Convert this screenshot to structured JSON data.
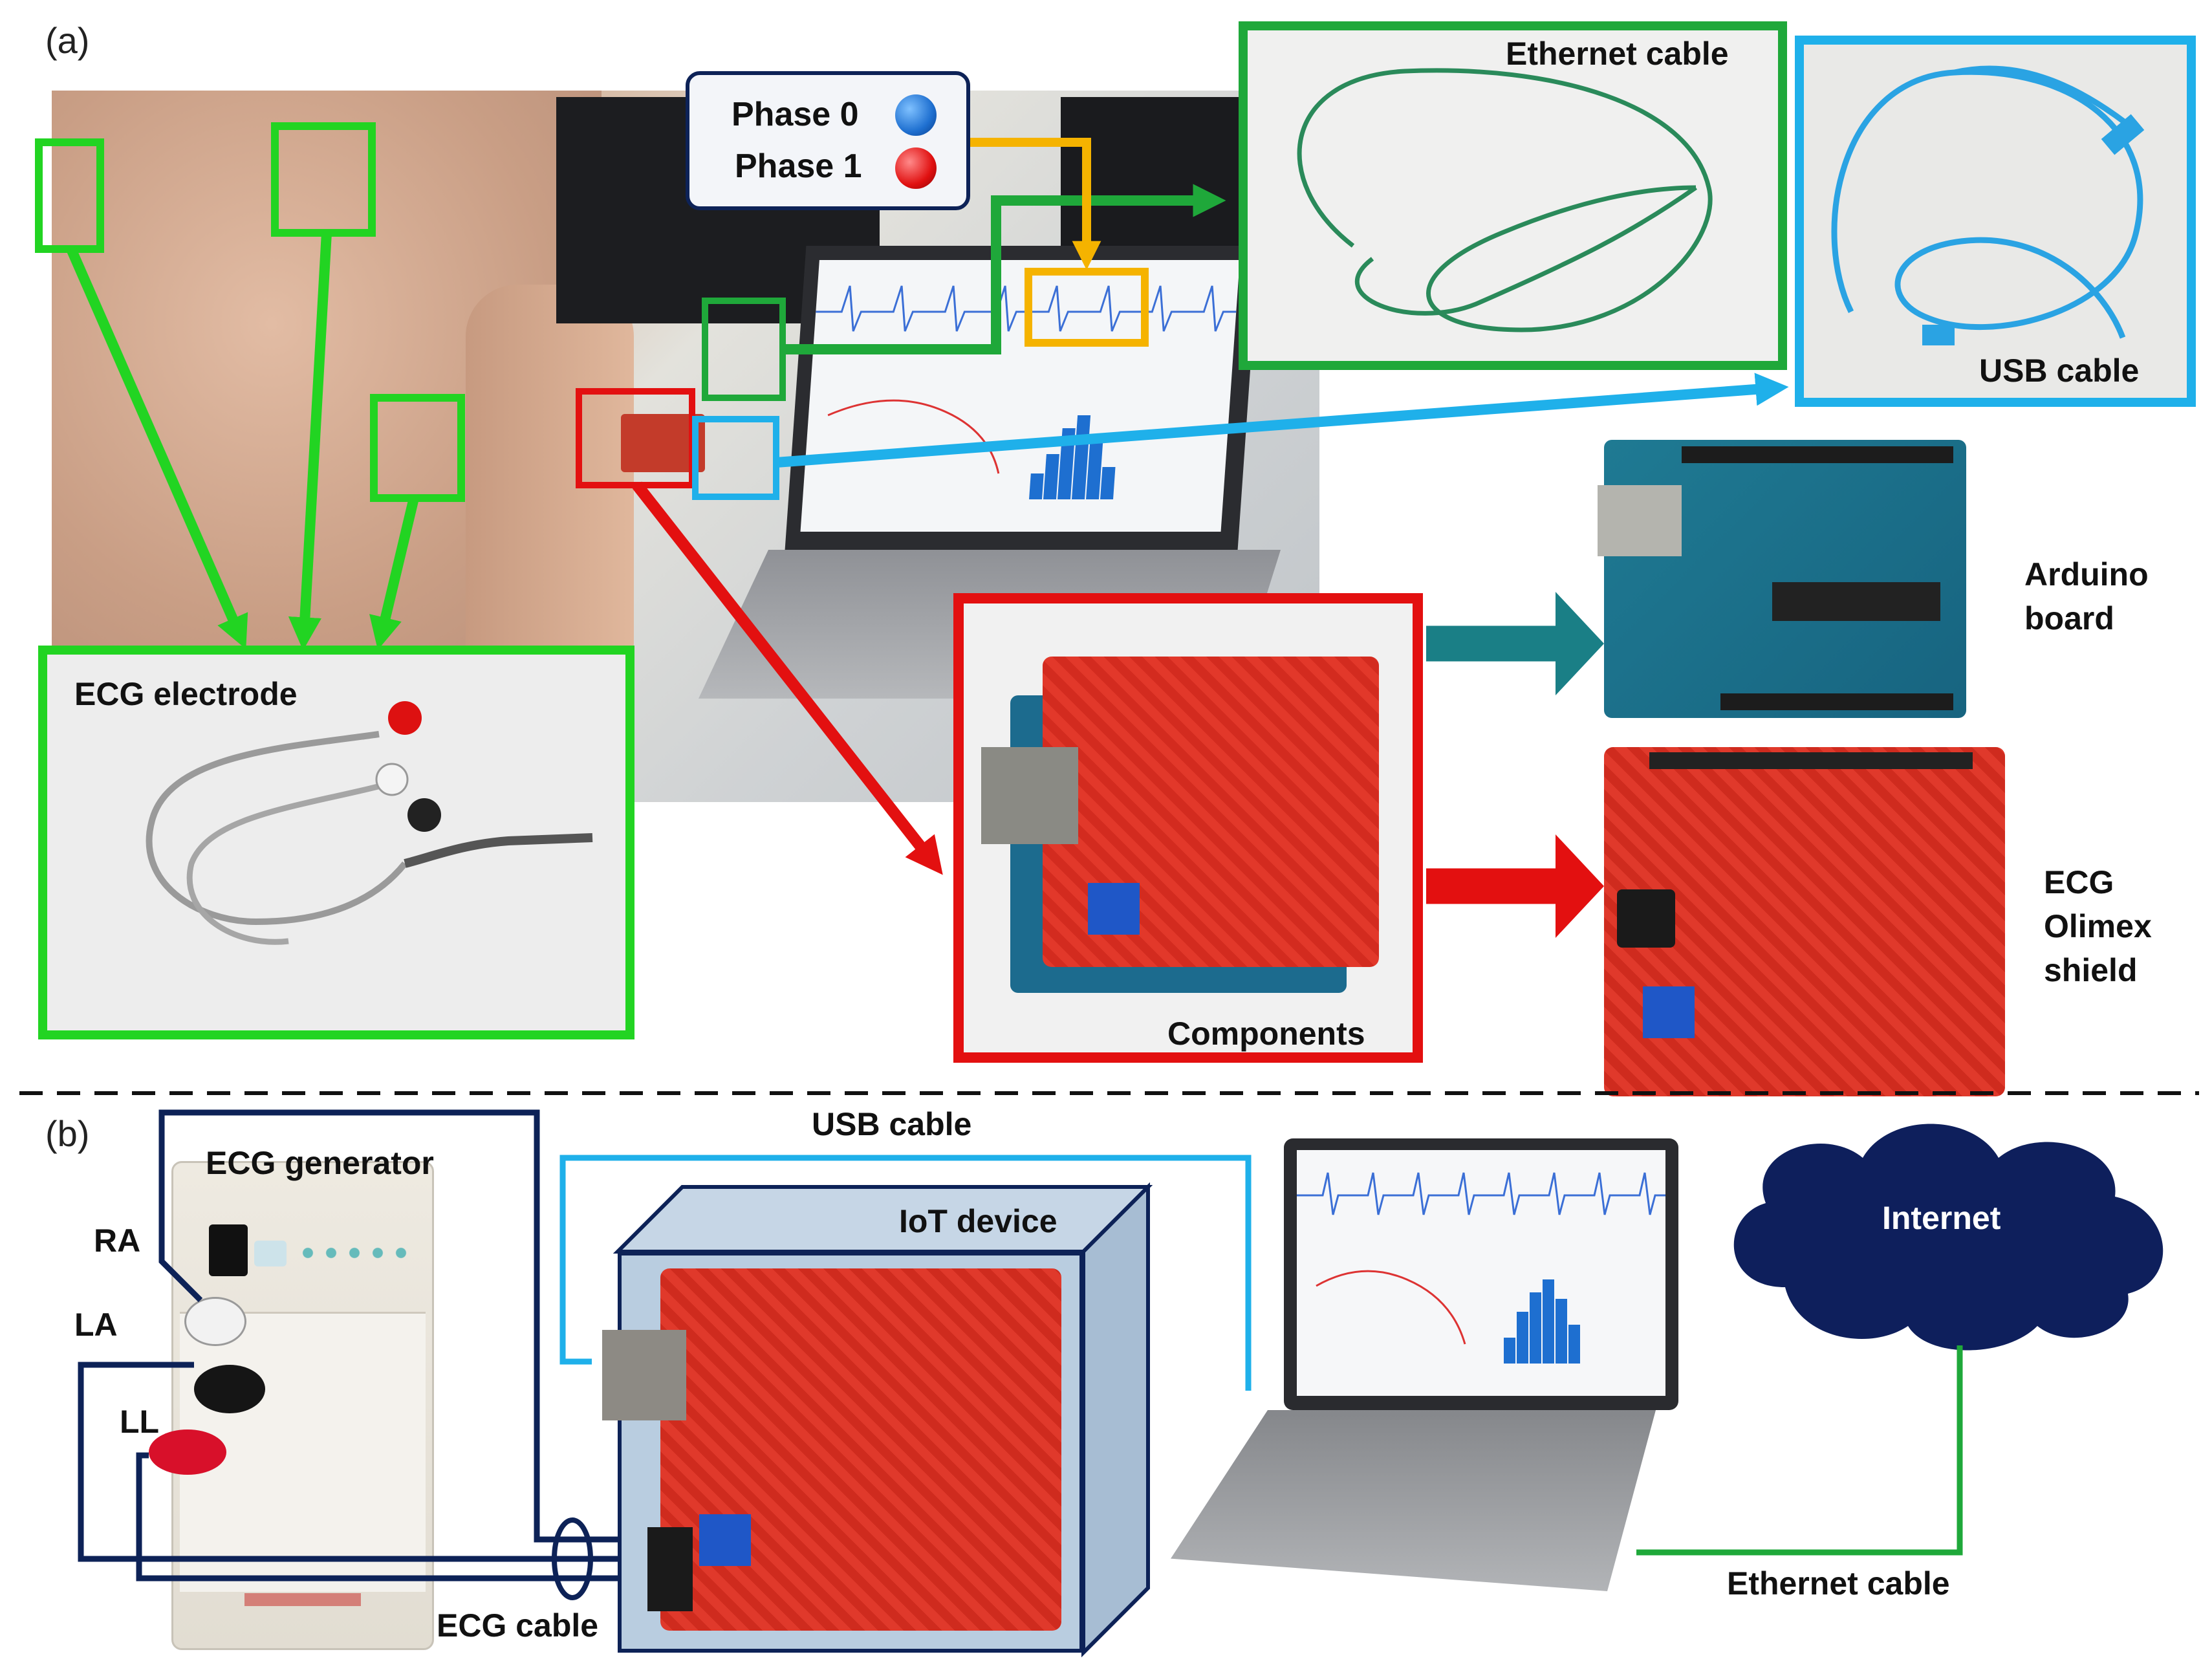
{
  "panels": {
    "a": "(a)",
    "b": "(b)"
  },
  "legend": {
    "phase0": "Phase 0",
    "phase1": "Phase 1",
    "phase0_color": "#1e6fd0",
    "phase1_color": "#e01010"
  },
  "labels_a": {
    "ethernet_cable": "Ethernet cable",
    "usb_cable": "USB cable",
    "arduino_board_line1": "Arduino",
    "arduino_board_line2": "board",
    "ecg_olimex_line1": "ECG",
    "ecg_olimex_line2": "Olimex",
    "ecg_olimex_line3": "shield",
    "ecg_electrode": "ECG electrode",
    "components": "Components"
  },
  "labels_b": {
    "usb_cable": "USB cable",
    "ecg_generator": "ECG generator",
    "ra": "RA",
    "la": "LA",
    "ll": "LL",
    "iot_device": "IoT device",
    "internet": "Internet",
    "ecg_cable": "ECG cable",
    "ethernet_cable": "Ethernet cable"
  },
  "colors": {
    "green": "#22d422",
    "dark_green": "#1fa83a",
    "light_blue": "#1fb0ea",
    "red": "#e31010",
    "teal": "#1a7f86",
    "orange": "#f5b300",
    "navy": "#0d2257",
    "cloud": "#0e1f5c"
  }
}
